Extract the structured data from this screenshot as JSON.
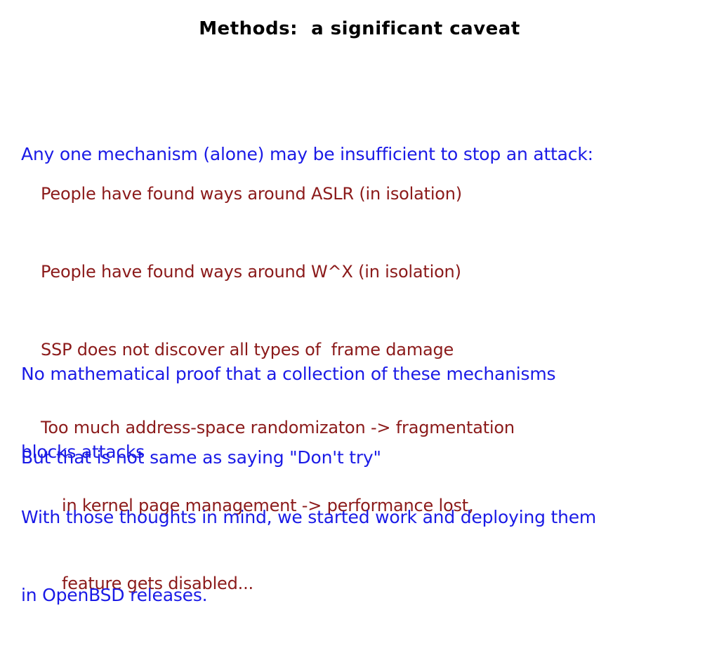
{
  "slide": {
    "title": "Methods:  a significant caveat",
    "background_color": "#ffffff",
    "title_color": "#000000",
    "accent_blue": "#1a1ae6",
    "accent_red": "#8b1a1a",
    "intro": "Any one mechanism (alone) may be insufficient to stop an attack:",
    "caveats": [
      "People have found ways around ASLR (in isolation)",
      "People have found ways around W^X (in isolation)",
      "SSP does not discover all types of  frame damage",
      "Too much address-space randomizaton -> fragmentation",
      "in kernel page management -> performance lost,",
      "feature gets disabled..."
    ],
    "no_proof": {
      "line1": "No mathematical proof that a collection of these mechanisms",
      "line2": "blocks attacks"
    },
    "but_try": "But that is not same as saying \"Don't try\"",
    "closing": {
      "line1": "With those thoughts in mind, we started work and deploying them",
      "line2": "in OpenBSD releases."
    }
  }
}
